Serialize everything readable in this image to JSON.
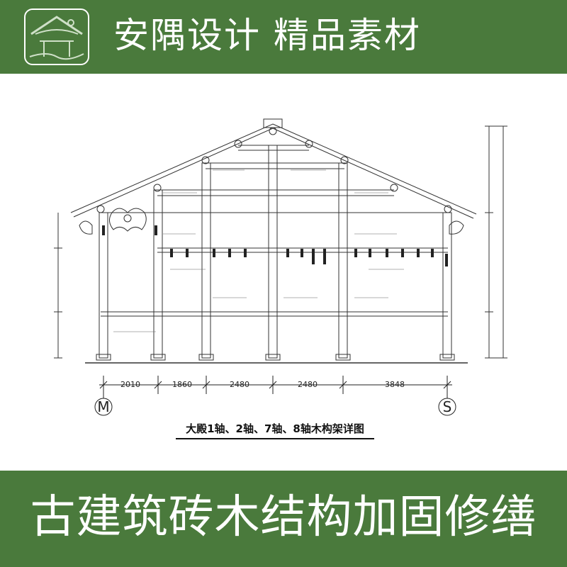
{
  "header": {
    "brand_text": "安隅设计 精品素材",
    "logo_icon": "pavilion-roof-icon"
  },
  "drawing": {
    "title": "大殿1轴、2轴、7轴、8轴木构架详图",
    "bay_dimensions": [
      "2010",
      "1860",
      "2480",
      "2480",
      "3848"
    ],
    "axis_left": "M",
    "axis_right": "S"
  },
  "footer": {
    "title": "古建筑砖木结构加固修缮"
  },
  "colors": {
    "banner": "#4a7a3c",
    "text_light": "#ffffff",
    "line": "#333333"
  }
}
